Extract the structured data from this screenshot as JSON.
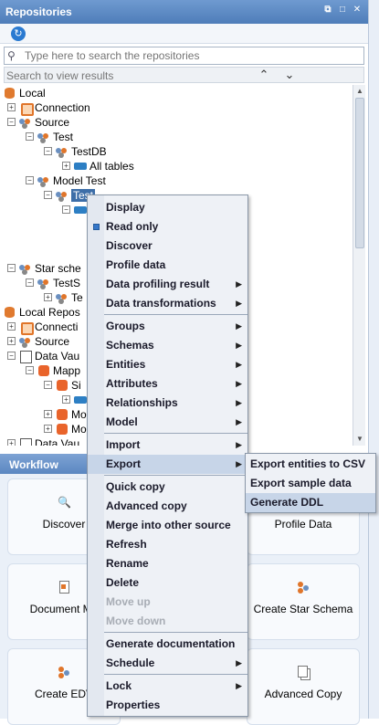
{
  "panel": {
    "title": "Repositories"
  },
  "search": {
    "placeholder": "Type here to search the repositories"
  },
  "results": {
    "placeholder": "Search to view results",
    "prev": "⌃",
    "next": "⌄"
  },
  "tree": [
    {
      "label": "Local",
      "icon": "database-icon"
    },
    {
      "label": "Connection",
      "icon": "connection-icon"
    },
    {
      "label": "Source",
      "icon": "source-icon"
    },
    {
      "label": "Test",
      "icon": "source-icon"
    },
    {
      "label": "TestDB",
      "icon": "source-icon"
    },
    {
      "label": "All tables",
      "icon": "table-icon"
    },
    {
      "label": "Model Test",
      "icon": "source-icon"
    },
    {
      "label": "Test",
      "icon": "source-icon"
    },
    {
      "label": "Star sche",
      "icon": "source-icon"
    },
    {
      "label": "TestS",
      "icon": "source-icon"
    },
    {
      "label": "Te",
      "icon": "source-icon"
    },
    {
      "label": "Local Repos",
      "icon": "database-icon"
    },
    {
      "label": "Connecti",
      "icon": "connection-icon"
    },
    {
      "label": "Source",
      "icon": "source-icon"
    },
    {
      "label": "Data Vau",
      "icon": "data-vault-icon"
    },
    {
      "label": "Mapp",
      "icon": "mapping-icon"
    },
    {
      "label": "Si",
      "icon": "mapping-icon"
    },
    {
      "label": "Mo",
      "icon": "mapping-icon"
    },
    {
      "label": "Mo",
      "icon": "mapping-icon"
    },
    {
      "label": "Data Vau",
      "icon": "data-vault-icon"
    }
  ],
  "workflow": {
    "title": "Workflow",
    "cards": [
      {
        "label": "Discover",
        "icon": "magnifier-icon"
      },
      {
        "label": "Profile Data",
        "icon": "profile-icon"
      },
      {
        "label": "Document Mo",
        "icon": "document-icon"
      },
      {
        "label": "Create Star Schema",
        "icon": "star-schema-icon"
      },
      {
        "label": "Create EDV",
        "icon": "edw-icon"
      },
      {
        "label": "Advanced Copy",
        "icon": "copy-icon"
      }
    ]
  },
  "context_menu": {
    "items": [
      {
        "label": "Display"
      },
      {
        "label": "Read only",
        "checked": true
      },
      {
        "label": "Discover"
      },
      {
        "label": "Profile data"
      },
      {
        "label": "Data profiling result",
        "submenu": true
      },
      {
        "label": "Data transformations",
        "submenu": true
      },
      {
        "label": "Groups",
        "submenu": true
      },
      {
        "label": "Schemas",
        "submenu": true
      },
      {
        "label": "Entities",
        "submenu": true
      },
      {
        "label": "Attributes",
        "submenu": true
      },
      {
        "label": "Relationships",
        "submenu": true
      },
      {
        "label": "Model",
        "submenu": true
      },
      {
        "label": "Import",
        "submenu": true
      },
      {
        "label": "Export",
        "submenu": true,
        "active": true
      },
      {
        "label": "Quick copy"
      },
      {
        "label": "Advanced copy"
      },
      {
        "label": "Merge into other source"
      },
      {
        "label": "Refresh"
      },
      {
        "label": "Rename"
      },
      {
        "label": "Delete"
      },
      {
        "label": "Move up",
        "disabled": true
      },
      {
        "label": "Move down",
        "disabled": true
      },
      {
        "label": "Generate documentation"
      },
      {
        "label": "Schedule",
        "submenu": true
      },
      {
        "label": "Lock",
        "submenu": true
      },
      {
        "label": "Properties"
      }
    ],
    "submenu_arrow": "▶"
  },
  "export_submenu": {
    "items": [
      {
        "label": "Export entities to CSV"
      },
      {
        "label": "Export sample data"
      },
      {
        "label": "Generate DDL",
        "active": true
      }
    ]
  },
  "colors": {
    "header": "#5b87c1",
    "selection": "#3d6ea8",
    "menu_highlight": "#c7d5e8"
  }
}
